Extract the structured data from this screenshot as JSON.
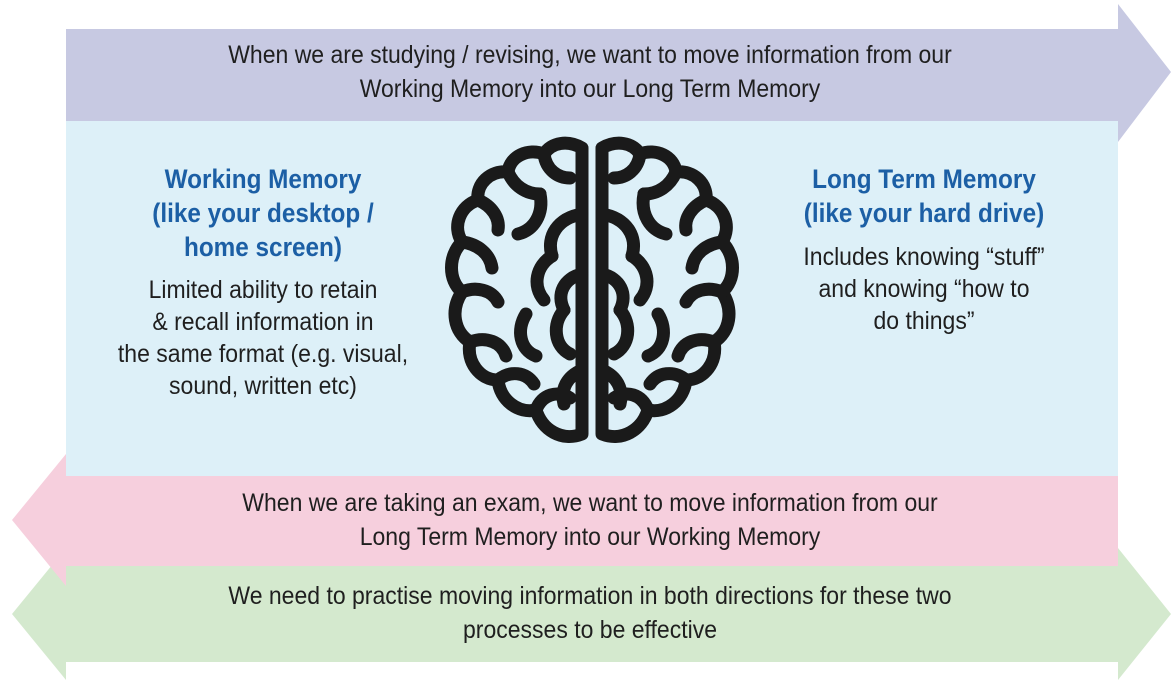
{
  "colors": {
    "top_arrow": "#c7c9e2",
    "middle_panel": "#ddf0f8",
    "exam_arrow": "#f6cfdd",
    "practice_arrow": "#d4e9ce",
    "heading_blue": "#1c5fa5",
    "text": "#1f1f1f"
  },
  "top_banner": {
    "line1": "When we are studying / revising, we want to move information from our",
    "line2": "Working Memory into our Long Term Memory"
  },
  "working_memory": {
    "heading_line1": "Working Memory",
    "heading_line2": "(like your desktop /",
    "heading_line3": "home screen)",
    "desc_line1": "Limited ability to retain",
    "desc_line2": "& recall information in",
    "desc_line3": "the same format (e.g. visual,",
    "desc_line4": "sound, written etc)"
  },
  "long_term_memory": {
    "heading_line1": "Long Term Memory",
    "heading_line2": "(like your hard drive)",
    "desc_line1": "Includes knowing “stuff”",
    "desc_line2": "and knowing “how to",
    "desc_line3": "do things”"
  },
  "exam_banner": {
    "line1": "When we are taking an exam, we want to move information from our",
    "line2": "Long Term Memory into our Working Memory"
  },
  "practice_banner": {
    "line1": "We need to practise moving information in both directions for these two",
    "line2": "processes to be effective"
  },
  "icons": {
    "brain": "brain-icon"
  }
}
